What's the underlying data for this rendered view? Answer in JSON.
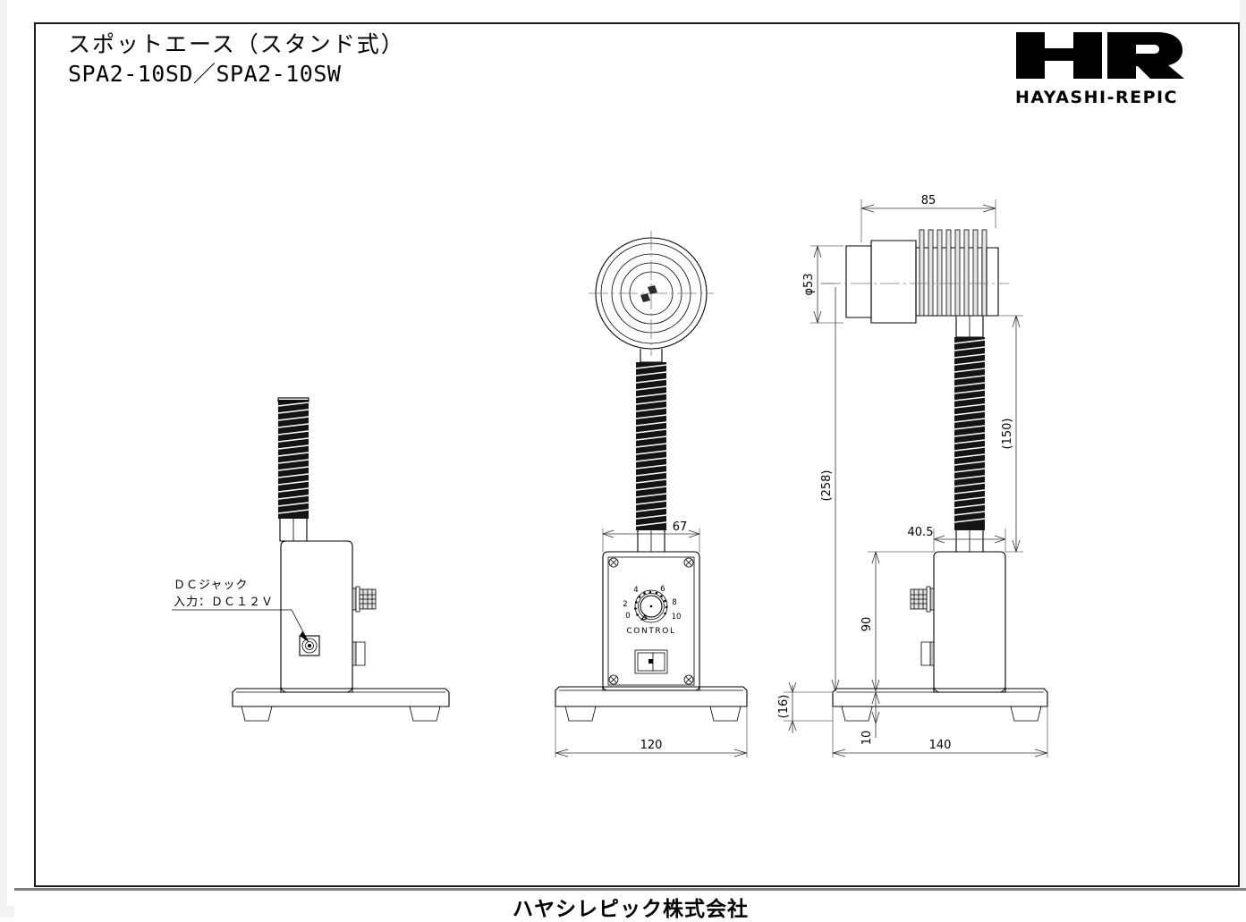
{
  "document": {
    "title_jp": "スポットエース（スタンド式）",
    "model_numbers": "SPA2-10SD／SPA2-10SW",
    "footer_company": "ハヤシレピック株式会社"
  },
  "logo": {
    "mark": "HR",
    "wordmark": "HAYASHI-REPIC"
  },
  "annotations": {
    "dc_jack_line1": "ＤＣジャック",
    "dc_jack_line2": "入力：ＤＣ１２Ｖ"
  },
  "control_panel": {
    "label": "CONTROL",
    "dial_ticks": [
      "0",
      "2",
      "4",
      "6",
      "8",
      "10"
    ]
  },
  "dimensions": {
    "head_length": "85",
    "head_diameter": "φ53",
    "front_base_width": "120",
    "front_box_width": "67",
    "side_base_width": "140",
    "side_box_width": "40.5",
    "overall_height": "(258)",
    "gooseneck_height": "(150)",
    "box_height": "90",
    "base_plate_height": "10",
    "foot_height": "(16)"
  },
  "views": {
    "left": "left-side-view",
    "front": "front-view",
    "right": "right-side-view"
  },
  "colors": {
    "line": "#000000",
    "dimension_line": "#333333",
    "extension_line": "#666666",
    "footer_rule": "#808080",
    "page_background": "#f3f3f3"
  }
}
